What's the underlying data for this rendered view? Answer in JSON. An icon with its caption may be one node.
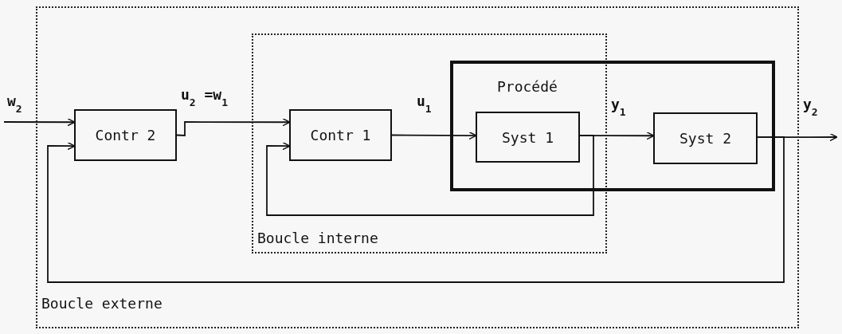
{
  "diagram": {
    "nodes": [
      {
        "text": [
          "Boucle externe"
        ]
      },
      {
        "text": [
          "Contr 2"
        ],
        "in": 0
      },
      {
        "text": [
          "Boucle interne"
        ],
        "in": 0
      },
      {
        "text": [
          "Contr 1"
        ],
        "in": 2
      },
      {
        "text": [
          "Procédé"
        ],
        "in": 0
      },
      {
        "text": [
          "Syst 1"
        ]
      },
      {
        "text": [
          "Syst 2"
        ],
        "in": 4
      }
    ],
    "edges": [
      {
        "from": null,
        "to": 1,
        "arrow": "to",
        "label": "w$_{2}$"
      },
      {
        "from": 1,
        "to": 3,
        "arrow": "to",
        "label": "u$_{2}$ =w$_{1}$"
      },
      {
        "from": 3,
        "to": 5,
        "arrow": "to",
        "label": "u$_{1}$"
      },
      {
        "from": 5,
        "to": 6,
        "arrow": "to",
        "label": "y$_{1}$"
      },
      {
        "from": 6,
        "to": null,
        "arrow": "to",
        "label": "y$_{2}$"
      },
      {
        "from": 6,
        "to": 1,
        "arrow": "to"
      },
      {
        "from": 5,
        "to": 3,
        "arrow": "to"
      }
    ]
  }
}
